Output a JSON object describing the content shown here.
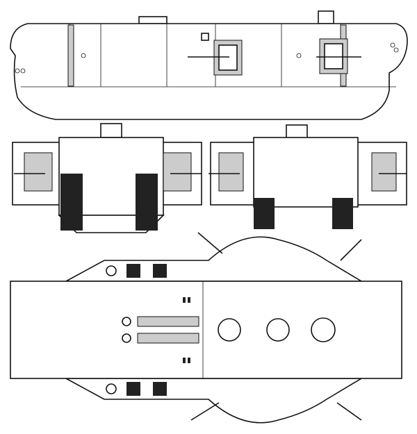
{
  "drawing": {
    "views": [
      "side",
      "front",
      "rear",
      "top"
    ],
    "colors": {
      "line": "#111111",
      "background": "#ffffff",
      "shade": "#cccccc"
    }
  }
}
